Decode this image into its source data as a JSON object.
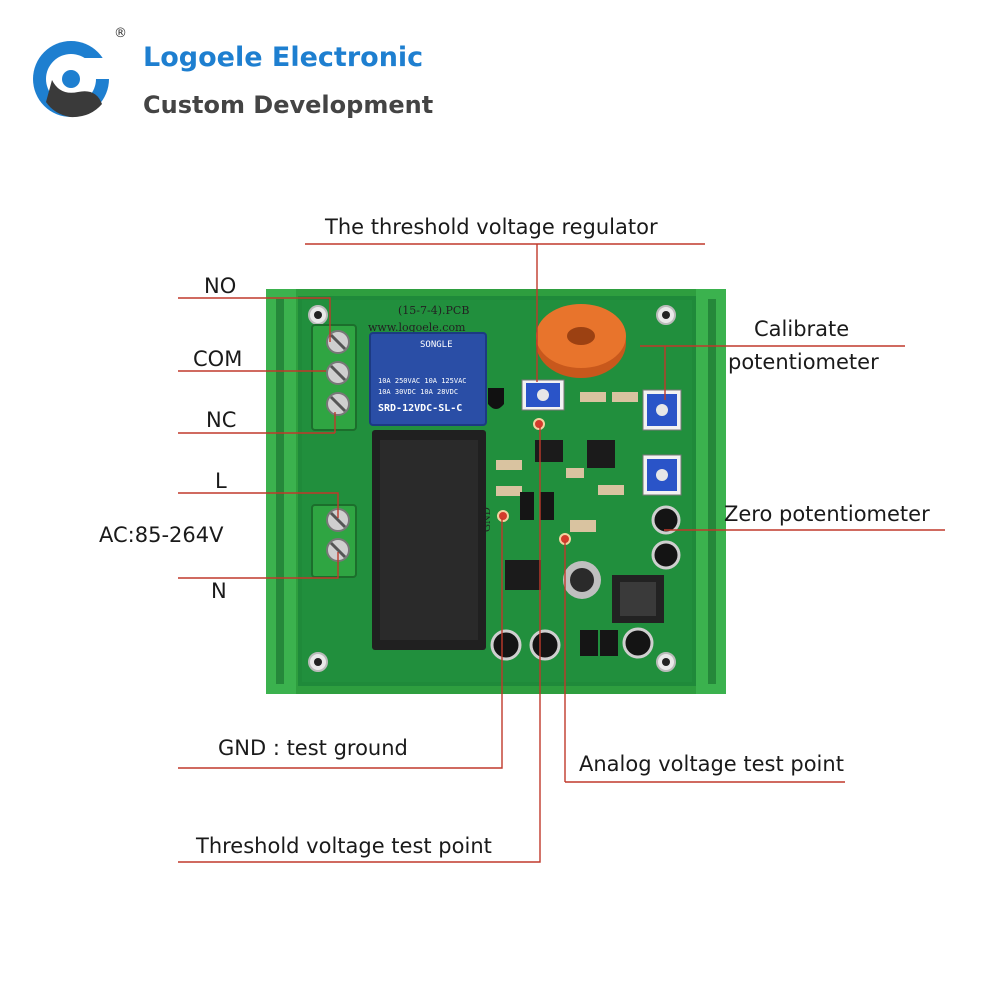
{
  "brand": {
    "name": "Logoele Electronic",
    "tagline": "Custom Development",
    "registered_mark": "®"
  },
  "board": {
    "pcb_marking": "(15-7-4).PCB",
    "website": "www.logoele.com",
    "relay": {
      "brand": "SONGLE",
      "rating_1": "10A 250VAC 10A 125VAC",
      "rating_2": "10A 30VDC 10A 28VDC",
      "model": "SRD-12VDC-SL-C"
    },
    "gnd_silkscreen": "GND"
  },
  "labels": {
    "threshold_regulator": "The threshold voltage regulator",
    "no": "NO",
    "com": "COM",
    "nc": "NC",
    "l": "L",
    "ac_range": "AC:85-264V",
    "n": "N",
    "calibrate_line1": "Calibrate",
    "calibrate_line2": "potentiometer",
    "zero_pot": "Zero potentiometer",
    "gnd_test": "GND : test ground",
    "analog_test": "Analog voltage test point",
    "threshold_test": "Threshold voltage test point"
  },
  "colors": {
    "leader_line": "#c0392b",
    "enclosure": "#2e9e3f",
    "pcb": "#1f8a3a",
    "relay_body": "#2a4ea6",
    "current_transformer": "#e8742c",
    "brand_blue": "#1e7fd0"
  }
}
